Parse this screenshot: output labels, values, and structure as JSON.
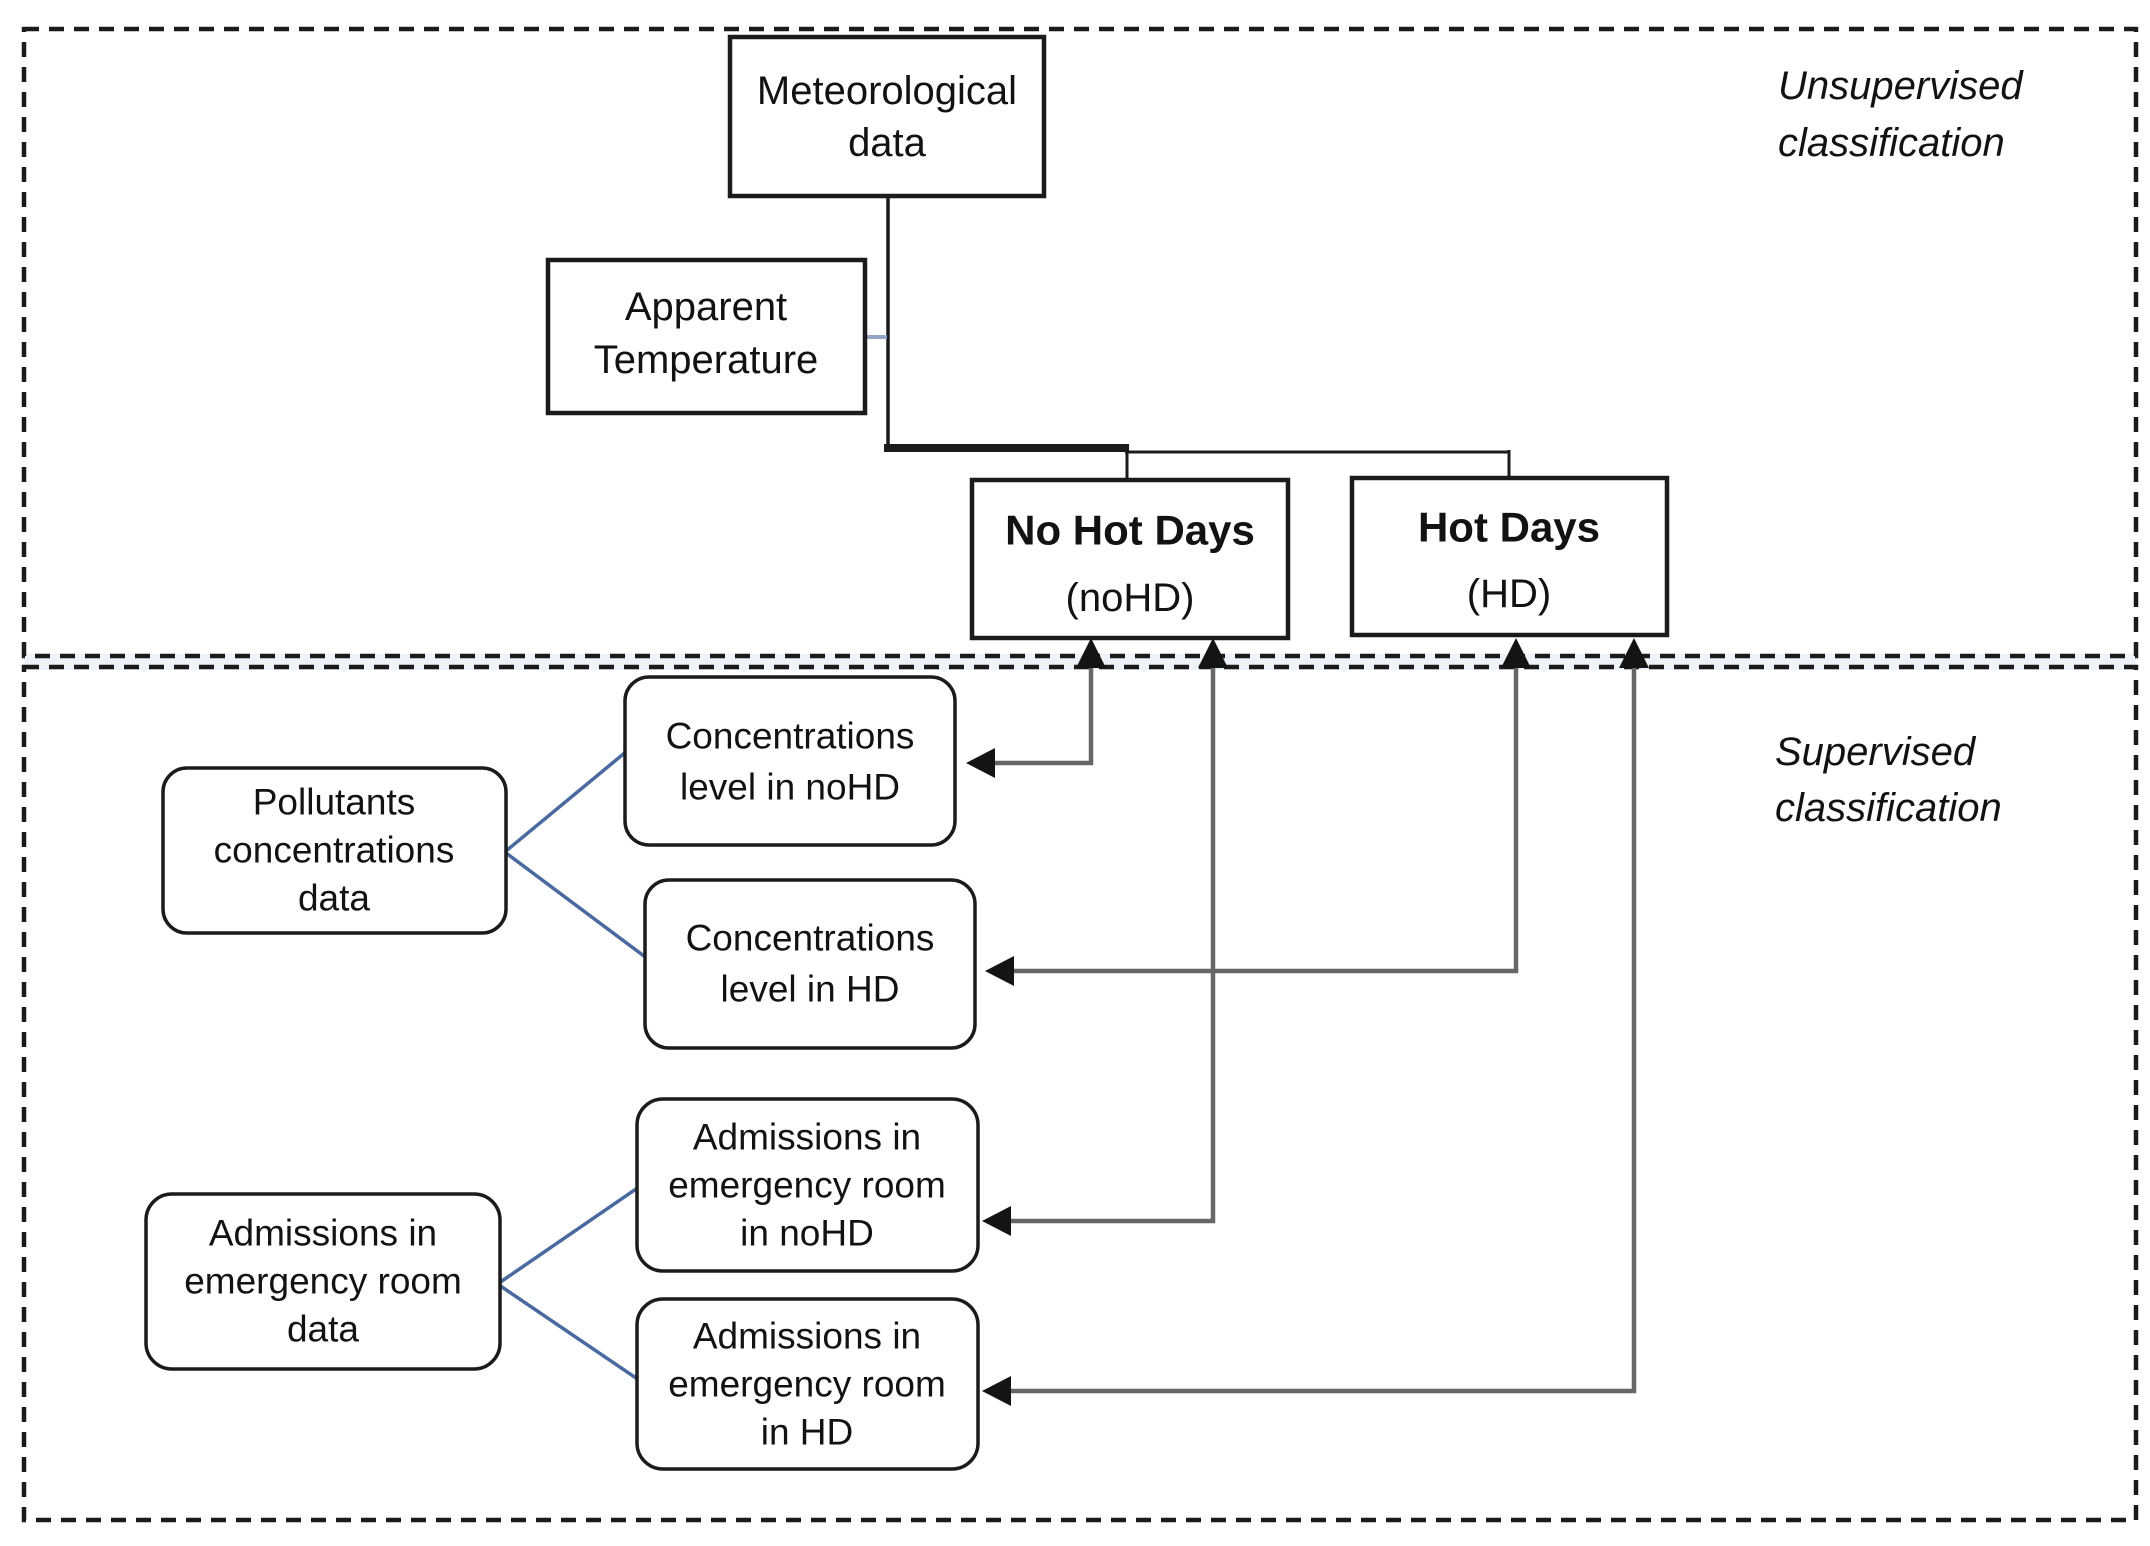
{
  "regions": {
    "unsupervised": {
      "lines": [
        "Unsupervised",
        "classification"
      ]
    },
    "supervised": {
      "lines": [
        "Supervised",
        "classification"
      ]
    }
  },
  "nodes": {
    "meteorological_data": {
      "lines": [
        "Meteorological",
        "data"
      ]
    },
    "apparent_temperature": {
      "lines": [
        "Apparent",
        "Temperature"
      ]
    },
    "no_hot_days": {
      "title": "No Hot Days",
      "code": "(noHD)"
    },
    "hot_days": {
      "title": "Hot Days",
      "code": "(HD)"
    },
    "pollutants_data": {
      "lines": [
        "Pollutants",
        "concentrations",
        "data"
      ]
    },
    "concentrations_nohd": {
      "lines": [
        "Concentrations",
        "level in noHD"
      ]
    },
    "concentrations_hd": {
      "lines": [
        "Concentrations",
        "level in HD"
      ]
    },
    "admissions_data": {
      "lines": [
        "Admissions in",
        "emergency room",
        "data"
      ]
    },
    "admissions_nohd": {
      "lines": [
        "Admissions in",
        "emergency room",
        "in noHD"
      ]
    },
    "admissions_hd": {
      "lines": [
        "Admissions in",
        "emergency room",
        "in HD"
      ]
    }
  },
  "colors": {
    "line_black": "#1b1b1b",
    "connector_blue": "#4a6a9f",
    "tick_blue": "#93a5c8",
    "arrow_gray": "#666666",
    "arrowhead_black": "#141414",
    "boundary_tint": "#dde7f3"
  }
}
